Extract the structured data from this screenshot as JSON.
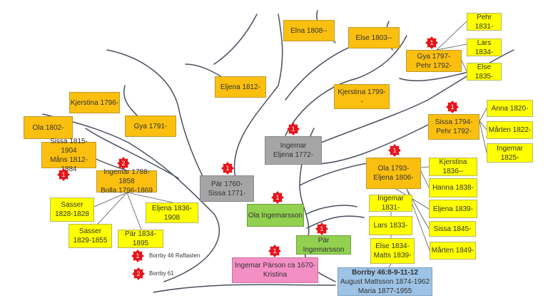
{
  "boxes": {
    "elna": "Elna 1808--",
    "else1803": "Else 1803--",
    "gya1797": "Gya 1797-\nPehr 1792-",
    "pehr1831": "Pehr 1831-",
    "lars1834": "Lars 1834-",
    "else1835": "Else 1835-",
    "eljena1812": "Eljena 1812-",
    "kjerstina1799": "Kjerstina 1799-\n-",
    "kjerstina1796": "Kjerstina 1796-",
    "ola1802": "Ola 1802-",
    "gya1791": "Gya 1791-",
    "sissa1815": "Sissa 1815-1904\nMåns 1812-1884",
    "ingemar1788": "Ingemar 1788-1858\nBolla 1796-1869",
    "ingemar_eljena": "Ingemar\nEljena 1772-",
    "par1760": "Pär 1760-\nSissa 1771-",
    "sissa1794": "Sissa 1794-\nPehr 1792-",
    "anna1820": "Anna 1820-",
    "marten1822": "Mårten 1822-",
    "ingemar1825": "Ingemar 1825-",
    "ola1793": "Ola 1793-\nEljena 1806-",
    "kjerstina1836": "Kjerstina 1836--",
    "hanna1838": "Hanna 1838-",
    "eljena1839": "Eljena 1839-",
    "sissa1845": "Sissa 1845-",
    "marten1849": "Mårten 1849-",
    "ingemar1831": "Ingemar 1831-",
    "lars1833": "Lars 1833-",
    "else1834": "Else 1834-\nMatts 1839-",
    "borrby_title": "Borrby 46:8-9-11-12",
    "borrby_body": "August Mattsson 1874-1962\nMaria 1877-1955",
    "ola_ingemarsson": "Ola Ingemarsson",
    "par_ingemarsson": "Pär Ingemarsson",
    "ingemar_parson": "Ingemar Pärson ca 1670-\nKristina",
    "sasser1828": "Sasser\n1828-1828",
    "sasser1829": "Sasser\n1829-1855",
    "par1834": "Pär 1834- 1895",
    "eljena1836": "Eljena 1836-1908"
  },
  "badges": {
    "one": "1",
    "two": "2"
  },
  "legend": [
    {
      "badge": "1",
      "label": "Borrby 46 Raftasten"
    },
    {
      "badge": "2",
      "label": "Borrby 61"
    }
  ],
  "colors": {
    "orange": "#fbbf0f",
    "yellow": "#ffff00",
    "gray": "#a5a5a5",
    "green": "#92d050",
    "pink": "#f48fc4",
    "blue": "#9dc3e6",
    "badge": "#e8141b"
  }
}
